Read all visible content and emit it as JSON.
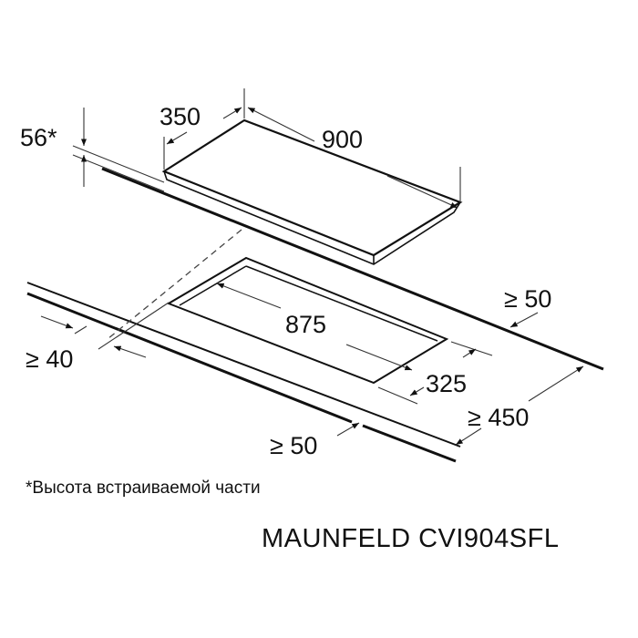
{
  "diagram": {
    "dimensions": {
      "height": "56*",
      "depth": "350",
      "width": "900",
      "cutout_width": "875",
      "cutout_depth": "325",
      "back_clearance": "≥ 50",
      "front_clearance": "≥ 40",
      "side_clearance": "≥ 50",
      "wall_clearance": "≥ 450"
    },
    "footnote": "*Высота встраиваемой части",
    "model": "MAUNFELD CVI904SFL"
  }
}
